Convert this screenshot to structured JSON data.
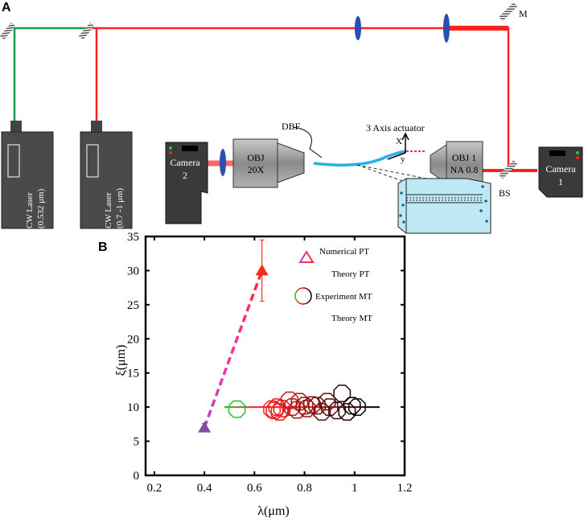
{
  "panel_a": {
    "label": "A",
    "laser_1": [
      "CW Laser",
      "(0.532 μm)"
    ],
    "laser_2": [
      "CW Laser",
      "(0.7 -1 μm)"
    ],
    "camera_2": [
      "Camera",
      "2"
    ],
    "camera_1": [
      "Camera",
      "1"
    ],
    "obj_20x": [
      "OBJ",
      "20X"
    ],
    "obj_1": [
      "OBJ 1",
      "NA 0.8"
    ],
    "dbf": "DBF",
    "actuator": "3 Axis actuator",
    "axis_x": "X",
    "axis_y": "y",
    "mirror": "M",
    "bs": "BS"
  },
  "chart_data": {
    "panel_label": "B",
    "type": "scatter",
    "xlabel": "λ(μm)",
    "ylabel": "ξ(μm)",
    "xlim": [
      0.165,
      1.2
    ],
    "ylim": [
      0,
      35
    ],
    "xticks": [
      "0.2",
      "0.4",
      "0.6",
      "0.8",
      "1",
      "1.2"
    ],
    "xtick_values": [
      0.2,
      0.4,
      0.6,
      0.8,
      1.0,
      1.2
    ],
    "yticks": [
      "0",
      "5",
      "10",
      "15",
      "20",
      "25",
      "30",
      "35"
    ],
    "ytick_values": [
      0,
      5,
      10,
      15,
      20,
      25,
      30,
      35
    ],
    "legend_position": "top-right",
    "legend": [
      "Numerical PT",
      "Theory PT",
      "Experiment MT",
      "Theory MT"
    ],
    "series": [
      {
        "name": "Numerical PT",
        "marker": "triangle",
        "points": [
          {
            "x": 0.4,
            "y": 7,
            "err": 0.6,
            "color": "#7e4fa8"
          },
          {
            "x": 0.63,
            "y": 30,
            "err": 4.5,
            "color": "#ff2a1a"
          }
        ]
      },
      {
        "name": "Theory PT",
        "style": "dashed",
        "points": [
          {
            "x": 0.4,
            "y": 7
          },
          {
            "x": 0.63,
            "y": 30
          }
        ],
        "colors": [
          "#a64dc0",
          "#ff2a2a"
        ]
      },
      {
        "name": "Experiment MT",
        "marker": "octagon",
        "points": [
          {
            "x": 0.53,
            "y": 9.7,
            "color": "#22c02a"
          },
          {
            "x": 0.67,
            "y": 9.7
          },
          {
            "x": 0.68,
            "y": 9.5
          },
          {
            "x": 0.69,
            "y": 10
          },
          {
            "x": 0.7,
            "y": 9.3
          },
          {
            "x": 0.71,
            "y": 9.8
          },
          {
            "x": 0.74,
            "y": 11
          },
          {
            "x": 0.75,
            "y": 10
          },
          {
            "x": 0.77,
            "y": 9.6
          },
          {
            "x": 0.78,
            "y": 10.8
          },
          {
            "x": 0.8,
            "y": 10.2
          },
          {
            "x": 0.81,
            "y": 9.8
          },
          {
            "x": 0.83,
            "y": 10.3
          },
          {
            "x": 0.85,
            "y": 10.2
          },
          {
            "x": 0.87,
            "y": 9.3
          },
          {
            "x": 0.89,
            "y": 10.8
          },
          {
            "x": 0.9,
            "y": 10
          },
          {
            "x": 0.93,
            "y": 9.5
          },
          {
            "x": 0.95,
            "y": 12
          },
          {
            "x": 0.97,
            "y": 9.3
          },
          {
            "x": 0.99,
            "y": 10.2
          },
          {
            "x": 1.01,
            "y": 10
          }
        ]
      },
      {
        "name": "Theory MT",
        "style": "solid",
        "points": [
          {
            "x": 0.48,
            "y": 10
          },
          {
            "x": 1.1,
            "y": 10
          }
        ],
        "colors": [
          "#22c02a",
          "#ff2020",
          "#000000"
        ]
      }
    ]
  }
}
